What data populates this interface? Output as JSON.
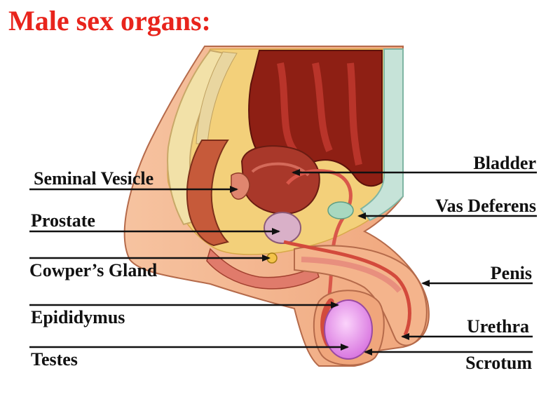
{
  "title": "Male sex organs:",
  "labels": {
    "seminal_vesicle": "Seminal Vesicle",
    "prostate": "Prostate",
    "cowpers_gland": "Cowper’s Gland",
    "epididymus": "Epididymus",
    "testes": "Testes",
    "bladder": "Bladder",
    "vas_deferens": "Vas Deferens",
    "penis": "Penis",
    "urethra": "Urethra",
    "scrotum": "Scrotum"
  },
  "colors": {
    "title": "#e8241c",
    "skin": "#f4b48c",
    "fat": "#f3d07a",
    "bone": "#f2e1a8",
    "muscle": "#c0392b",
    "testis": "#e89ae6",
    "prostate": "#d9b0c8"
  }
}
